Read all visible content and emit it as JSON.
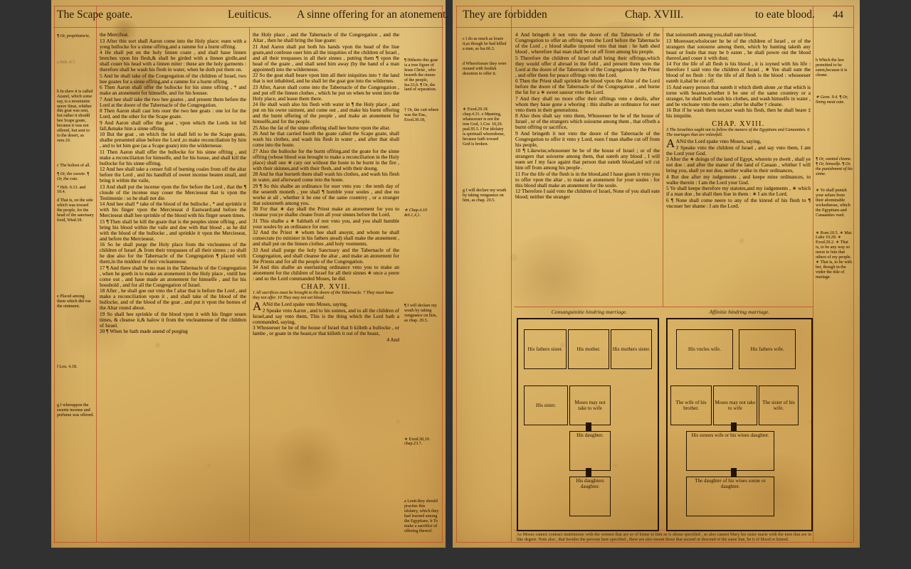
{
  "meta": {
    "background_color": "#313131",
    "paper_color": "#ddb86a",
    "rule_color": "#c0522a",
    "ink_color": "#33200c"
  },
  "left_page": {
    "running_head_left": "The Scape goate.",
    "running_head_center": "Leuiticus.",
    "running_head_right": "A sinne offering for an atonement.",
    "margin_notes": [
      "¶ Or, propitiatorie,",
      "a Heb. 9.7.",
      "b In shew it is called Azazel, which some say, is a mountaine neere Sinai, whither this goat was sent, but rather it should bee Scape goate, because it was not offered, but sent to to the desert, as vers.10.",
      "c The holiest of all.",
      "¶ Or, the sweete. ¶ Or, the cote.",
      "* Heb. 9.13. and 10.4.",
      "d That is, on the side which was toward the people, for the head of the sanctuary food, Wisd.18.",
      "e Placed among them which did vse the ointment.",
      "f Leu. 4.18.",
      "g I wheruppon the sweete incense and perfume was offered."
    ],
    "column1": [
      "the Mercifeat.",
      "13 After this sort shall Aaron come into the Holy place: euen with a yong bullocke for a sinne offring,and a ramme for a burnt offring.",
      "4 He shall put on the holy linnen coate , and shall haue linnen bretches vpon his flesh,& shall be girded with a linnen girdle,and shall couer his head with a linnen miter : these are the holy garments : therefore shall he wash his flesh in water, when he doth put them on.",
      "5 And he shall take of the Congregation of the children of Israel, two hee goates for a sinne offring,and a ramme for a burnt offring.",
      "6 Then Aaron shall offer the bullocke for his sinne offring , * and make an atonement for himselfe, and for his housse.",
      "7 And hee shall take the two hee goates , and present them before the Lord at the doore of the Tabernacle of the Congregation.",
      "8 Then Aaron shall cast lots ouer the two hee goats : one lot for the Lord, and the other for the Scape goate.",
      "9 And Aaron shall offer the goat , vpon which the Lords lot fell fall,&make him a sinne offring.",
      "10 But the goat , on which the lot shall fell to be the Scape goate, shalbe presented aliue before the Lord ,to make reconciliation by him , and to let him goe (as a Scape goate) into the wildernesse.",
      "11 Then Aaron shall offer the bullocke for his sinne offring , and make a reconciliation for himselfe, and for his house, and shall kill the bullocke for his sinne offring.",
      "12 And hee shall take a censer full of burning coales from off the altar before the Lord , and his handfull of sweet incense beaten small, and bring it within the vaile,",
      "13 And shall put the incense vpon the fire before the Lord , that the ¶ cloude of the incense may couer the Mercieseat that is vpon the Testimonie : so he shall not die.",
      "14 And hee shall * take of the blood of the bullocke , * and sprinkle it with his finger vpon the Mercieseat d Eastward:and before the Mercieseat shall hee sprinkle of the blood with his finger seuen times.",
      "15 ¶ Then shall he kill the goate that is the peoples sinne offring , and bring his blood within the vaile and doe with that blood , as he did with the blood of the bullocke , and sprinkle it vpon the Mercieseat, and before the Mercieseat.",
      "16 So he shall purge the Holy place from the vncleannes of the children of Israel ,& from their trespasses of all their sinnes ; so shall he doe also for the Tabernacle of the Congregation ¶ placed with them,in the middest of their vncleannesse.",
      "17 ¶ And there shall be no man in the Tabernacle of the Congregation , when he goeth in to make an atonement in the Holy place , vntill hee come out , and haue made an atonement for himselfe , and for his houshold , and for all the Congregation of Israel.",
      "18 After , he shall goe out vnto the f altar that is before the Lord , and make a reconciliation vpon it , and shall take of the blood of the bullocke, and of the blood of the goat , and put it vpon the hornes of the Altar round about.",
      "19 So shall hee sprinkle of the blood vpon it with his finger seuen times, & cleanse it,& halow it from the vncleannesse of the children of Israel.",
      "20 ¶ When he hath made anend of purging"
    ],
    "column2": [
      "the Holy place , and the Tabernacle of the Congregation , and the Altar , then he shall bring the liue goate:",
      "21 And Aaron shall put both his hands vpon the head of the liue goate,and confesse ouer him all the iniquities of the children of Israel , and all their trespasses in all their sinnes , putting them ¶ vpon the head of the goate , and shall send him away (by the hand of a man appointed) into the wildernesse.",
      "22 So the goat shall beare vpon him all their iniquities into † the land that is not inhabited, and he shall let the goat goe into the wildernes.",
      "23 After, Aaron shall come into the Tabernacle of the Congregation , and put off the linnen clothes , which he put on when he went into the Holy place, and leaue them there.",
      "24 He shall wash also his flesh with water in ¶ the Holy place , and put on his owne raiment, and come out , and make his burnt offering and the burnt offering of the people , and make an atonement for himselfe,and for the people.",
      "25 Also the fat of the sinne offering shall hee burne vpon the altar.",
      "26 And he that carried foorth the goate called the Scape goate, shall wash his clothes, and wash his flesh in water , and after that shall come into the hoste.",
      "27 Also the bullocke for the burnt offring,and the goate for the sinne offring (whose blood was brought to make a reconciliation in the Holy place) shall one ∗ cary out without the hoste to be burnt in the fire , with their skinnes,and with their flesh, and with their doung.",
      "28 And he that burneth them shall wash his clothes, and wash his flesh in water, and afterward come into the hoste.",
      "29 ¶ So this shalbe an ordinance for euer vnto you : the tenth day of the seuenth moneth , yee shall ¶ humble your soules , and doe no worke at all , whether it be one of the same countrey , or a stranger that soiourneth among you.",
      "30 For that ∗ day shall the Priest make an atonement for you to cleanse you:ye shalbe cleane from all your sinnes before the Lord.",
      "31 This shalbe a ∗ Sabbath of rest vnto you, and you shall humble your soules by an ordinance for euer.",
      "32 And the Priest ∗ whom hee shall anoynt, and whom he shall consecrate (to minister in his fathers stead) shall make the atonement , and shall put on the linnen clothes ,and holy vestments.",
      "33 And shall purge the holy Sanctuary and the Tabernacle of the Congregation, and shall cleanse the altar , and make an atonement for the Priests and for all the people of the Congregation.",
      "34 And this shalbe an euerlasting ordinance vnto you to make an atonement for the children of Israel for all their sinnes ∗ once a yeere : and so the Lord commanded Moses, he did."
    ],
    "chapter": {
      "heading": "CHAP. XVII.",
      "argument": "1 All sacrifices must be brought to the doore of the Tabernacle. 7 They must haue they not offer. 10 They may not eat blood.",
      "verses": [
        "ANd the Lord spake vnto Moses, saying,",
        "2 Speake vnto Aaron , and to his sonnes, and to all the children of Israel,and say vnto them, This is the thing which the Lord hath a commanded, saying,",
        "3 Whosoeuer be be of the house of Israel that b killeth a bullocke , or lambe , or goate in the hoast,or that killeth it out of the hoast,",
        "4 And"
      ]
    },
    "column2_margin_notes": [
      "¶ Hitherto this goat is a true figure of Iesus Christ , who beareth the sinnes of the people, Isa.53,6. ¶ Or, the land of separation.",
      "† Or, the cutt where was the Esa., Exod.30.18,",
      "∗ Chap.4.10 &6.1,4,1.",
      "¶ I will declare my wrath by taking vengeance on him, as chap. 20.5.",
      "∗ Exod.30,10. chap.23.7.",
      "a Leuit.they should practise this idolatry, which they had learned among the Egyptians. b To make a sacrifice of offering thereof."
    ]
  },
  "right_page": {
    "running_head_left": "They are forbidden",
    "running_head_center": "Chap. XVIII.",
    "running_head_right": "to eate blood.",
    "page_number": "44",
    "column1": [
      "4 And bringeth it not vnto the doore of the Tabernacle of the Congregation to offer an offring vnto the Lord before the Tabernacle of the Lord , c blood shalbe imputed vnto that man : he hath shed blood , wherefore that man shall be cut off from among his people.",
      "5 Therefore the children of Israel shall bring their offrings,which they would offer d abroad in the field , and present them vnto the Lord at the doore of the Tabernacle of the Congregation by the Priest , and offer them for peace offrings vnto the Lord.",
      "6 Then the Priest shall sprinkle the blood vpon the Altar of the Lord before the doore of the Tabernacle of the Congregation , and burne the fat for a ∗ sweet sauour vnto the Lord.",
      "7 And they shall no more offer their offrings vnto e deuils, after whom they haue gone a whoring : this shalbe an ordinance for euer vnto them in their generations.",
      "8 Also thou shalt say vnto them, Whosoeuer he be of the house of Israel , or of the strangers which soiourne among them , that offreth a burnt offring or sacrifice,",
      "9 And bringeth it not vnto the doore of the Tabernacle of the Congregation to offer it vnto y Lord, euen f man shalbe cut off from his people,",
      "10 ¶ Likewise,whosoeuer he be of the house of Israel ; or of the strangers that soiourne among them, that eateth any blood , I will euen set f my face againt that person that eateth blood,and wil cut him off from among his people .",
      "11 For the life of the flesh is in the blood,and I haue giuen it vnto you to offer vpon the altar , to make an atonement for your soules : for this blood shall make an atonement for the soule.",
      "12 Therefore I said vnto the children of Israel, None of you shall eate blood; neither the stranger"
    ],
    "column2": [
      "that soiourneth among you,shall eate blood.",
      "13 Moreouer,wholocuer he be of the children of Israel , or of the strangers that soiourne among them, which by hunting taketh any beast or foule that may be b eaten , he shall powre out the blood thereof,and couer it with dust;",
      "14 For the life of all flesh is his blood , it is ioyned with his life : therefore I said vnto the children of Israel , ∗ Yee shall eate the blood of no flesh : for the life of all flesh is the blood : whosoeuer eateth it,shal be cut off.",
      "15 And euery person that eateth it which dieth alone ,or that which is torne with beastes,whether it be one of the same countrey or a stranger, he shall both wash his clothes, and wash himselfe in water , and be vncleane vnto the euen ; after he shalbe † cleane.",
      "16 But if he wash them not,nor wash his flesh, then he shall beare ‡ his iniquitie."
    ],
    "chapter": {
      "heading": "CHAP. XVIII.",
      "argument": "3 The Israelites ought not to follow the maners of the Egyptians and Canaanites. 6 The mariages that are vnlawfull.",
      "verses": [
        "ANd the Lord spake vnto Moses, saying,",
        "2 Speake vnto the children of Israel , and say vnto them, I am the Lord your God.",
        "3 After the ∗ doings of the land of Egypt, wherein ye dwelt , shall ye not doe : and after the maner of the land of Canaan , whither I will bring you, shall ye not doe, neither walke in their ordinances,",
        "4 But doe after my iudgements , and keepe mine ordinances, to walke therein : I am the Lord your God.",
        "5 Ye shall keepe therefore my statutes,and my iudgements , ∗ which if a man doe , he shall then liue in them : ∗ I am the Lord.",
        "6 ¶ None shall come neere to any of the kinred of his flesh to ¶ vncouer her shame : I am the Lord."
      ]
    },
    "margin_notes_inner": [
      "c I do as much as boare it,as though he had killed a man, as Isa.66.3.",
      "d Wherefoeuer they were moued with foolish deuotion to offer it.",
      "∗ Exod.29.18. chap.4.31. e Meaning, whatsoeuer is not the true God, 1.Cor. 10,20. psal.95.5. f For idolatry is spirituall whoredome, because faith toward God is broken.",
      "g I will declare my wrath by taking vengeance on him, as chap. 20.5."
    ],
    "margin_notes_outer": [
      "h Which the law permitted to be eaten,because it is cleane.",
      "∗ Gene. 9.4. ¶ Or, lining meat eate.",
      "¶ Or, wanted cleane. ¶ Or, himselfe. ¶ Or, the punishment of his sinne.",
      "∗ Ye shall punish your selues from their abominable wickednesse, which the Egyptians and Canaanites vsed.",
      "∗ Rom.10.5. ∗ Mat. Luke 10.28. ∗ Exod.20.2. ∗ That is, to be any way so neere to him that others of my people. ∗ That is, to lie with her, though in the vnder the title of mariage."
    ],
    "diagrams": [
      {
        "caption": "Consanguinitie hindring marriage.",
        "rows": [
          [
            "His fathers sister.",
            "His mother.",
            "His mothers sister."
          ],
          [
            "His sister.",
            "Moses may not take to wife"
          ],
          [
            "His daughter."
          ],
          [
            "His daughters daughter."
          ]
        ]
      },
      {
        "caption": "Affinitie hindring marriage.",
        "rows": [
          [
            "His vncles wife.",
            "His fathers wife."
          ],
          [
            "The wife of his brother.",
            "Moses may not take to wife",
            "The sister of his wife."
          ],
          [
            "His sonnes wife or his wiues daughter."
          ],
          [
            "The daughter of his wiues sonne or daughter."
          ]
        ]
      }
    ],
    "diagram_note": "As Moses cannot contract matrimonie with the women that are so of kinne to him as is aboue specified , so also cannot Mary his sister marie with the men that are in like degree. Note also , that besides the persons here specified , there are also meant those that ascend or descend of the same line, be it of blood or kinred."
  }
}
